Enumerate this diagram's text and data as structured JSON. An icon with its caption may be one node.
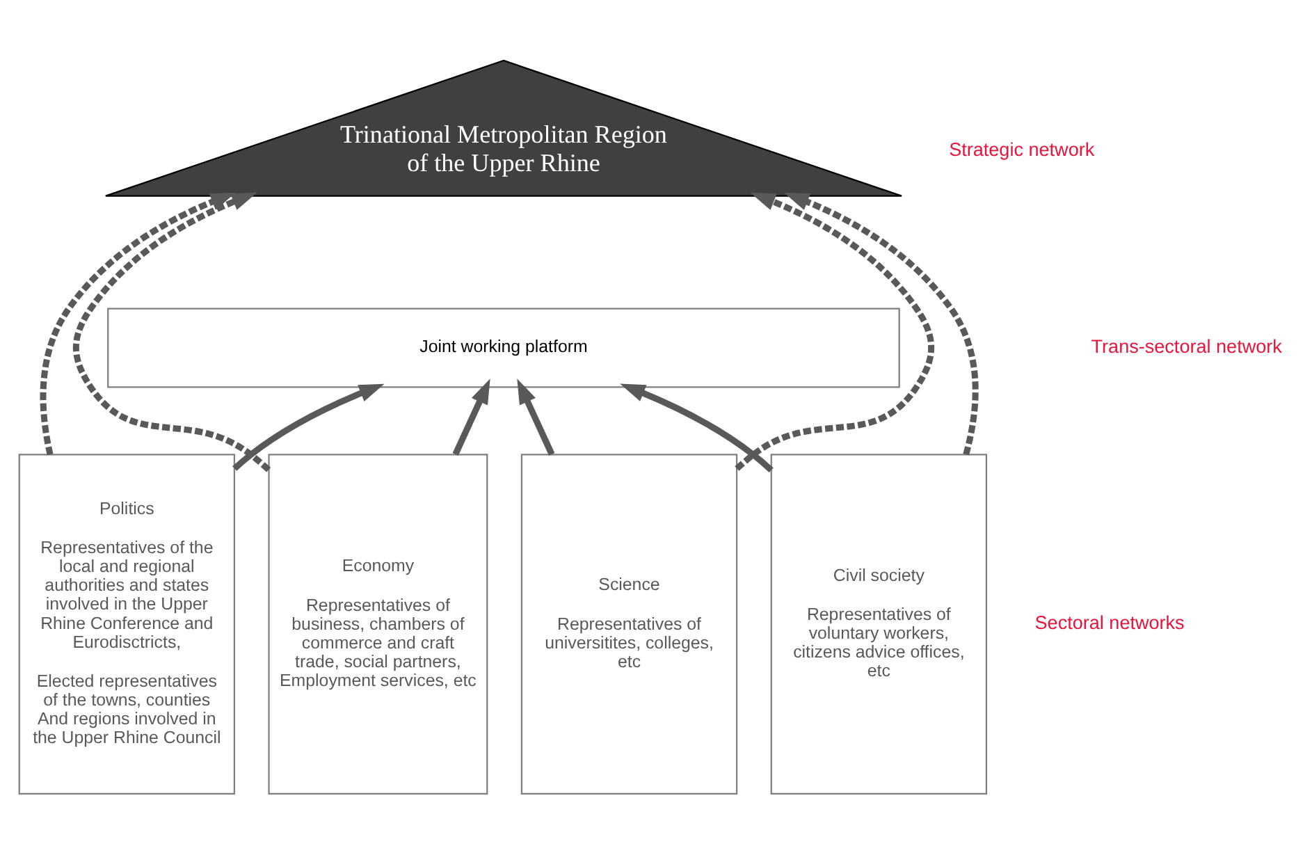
{
  "diagram": {
    "nodes": [
      {
        "text": [
          "Trinational Metropolitan Region of the Upper Rhine"
        ]
      },
      {
        "text": [
          "Joint working platform"
        ]
      },
      {
        "text": [
          "Politics",
          "Representatives of the local and regional authorities and states involved in the Upper Rhine Conference and Eurodisctricts,",
          "Elected representatives of the towns, counties And regions involved in the Upper Rhine Council"
        ]
      },
      {
        "text": [
          "Economy",
          "Representatives of business, chambers of commerce and craft trade, social partners, Employment services, etc"
        ]
      },
      {
        "text": [
          "Science",
          "Representatives of universitites, colleges, etc"
        ]
      },
      {
        "text": [
          "Civil society",
          "Representatives of voluntary workers, citizens advice offices, etc"
        ]
      }
    ],
    "edges": [
      {
        "from": 2,
        "to": 0,
        "arrow": "to",
        "style": "dashed"
      },
      {
        "from": 2,
        "to": 1,
        "arrow": "to"
      },
      {
        "from": 3,
        "to": 0,
        "arrow": "to",
        "style": "dashed"
      },
      {
        "from": 3,
        "to": 1,
        "arrow": "to"
      },
      {
        "from": 4,
        "to": 0,
        "arrow": "to",
        "style": "dashed"
      },
      {
        "from": 4,
        "to": 1,
        "arrow": "to"
      },
      {
        "from": 5,
        "to": 0,
        "arrow": "to",
        "style": "dashed"
      },
      {
        "from": 5,
        "to": 1,
        "arrow": "to"
      }
    ],
    "labels": [
      "Strategic network",
      "Trans-sectoral network",
      "Sectoral networks"
    ]
  }
}
